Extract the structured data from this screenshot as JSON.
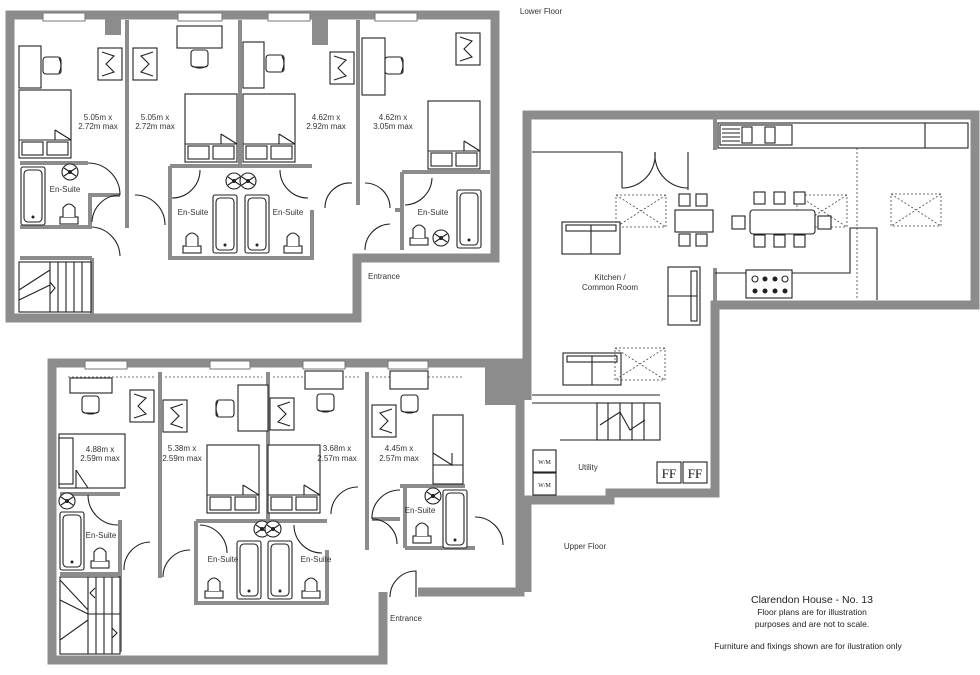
{
  "lower_floor": {
    "label": "Lower Floor",
    "rooms": [
      {
        "dim1": "5.05m x",
        "dim2": "2.72m max"
      },
      {
        "dim1": "5.05m x",
        "dim2": "2.72m max"
      },
      {
        "dim1": "4.62m x",
        "dim2": "2.92m max"
      },
      {
        "dim1": "4.62m x",
        "dim2": "3.05m max"
      }
    ],
    "ensuites": [
      "En-Suite",
      "En-Suite",
      "En-Suite",
      "En-Suite"
    ],
    "entrance": "Entrance"
  },
  "kitchen": {
    "line1": "Kitchen /",
    "line2": "Common Room",
    "utility": "Utility",
    "washing_machines": [
      "W/M",
      "W/M"
    ],
    "fridge_freezers": [
      "FF",
      "FF"
    ]
  },
  "upper_floor": {
    "label": "Upper Floor",
    "rooms": [
      {
        "dim1": "4.88m x",
        "dim2": "2.59m max"
      },
      {
        "dim1": "5.38m x",
        "dim2": "2.59m max"
      },
      {
        "dim1": "3.68m x",
        "dim2": "2.57m max"
      },
      {
        "dim1": "4.45m x",
        "dim2": "2.57m max"
      }
    ],
    "ensuites": [
      "En-Suite",
      "En-Suite",
      "En-Suite",
      "En-Suite"
    ],
    "entrance": "Entrance"
  },
  "footer": {
    "title": "Clarendon House - No. 13",
    "note_line1": "Floor plans are for illustration",
    "note_line2": "purposes and are not to scale.",
    "note_line3": "Furniture and fixings shown are for ilustration only"
  },
  "colors": {
    "wall": "#8c8c8c",
    "line": "#222222"
  }
}
